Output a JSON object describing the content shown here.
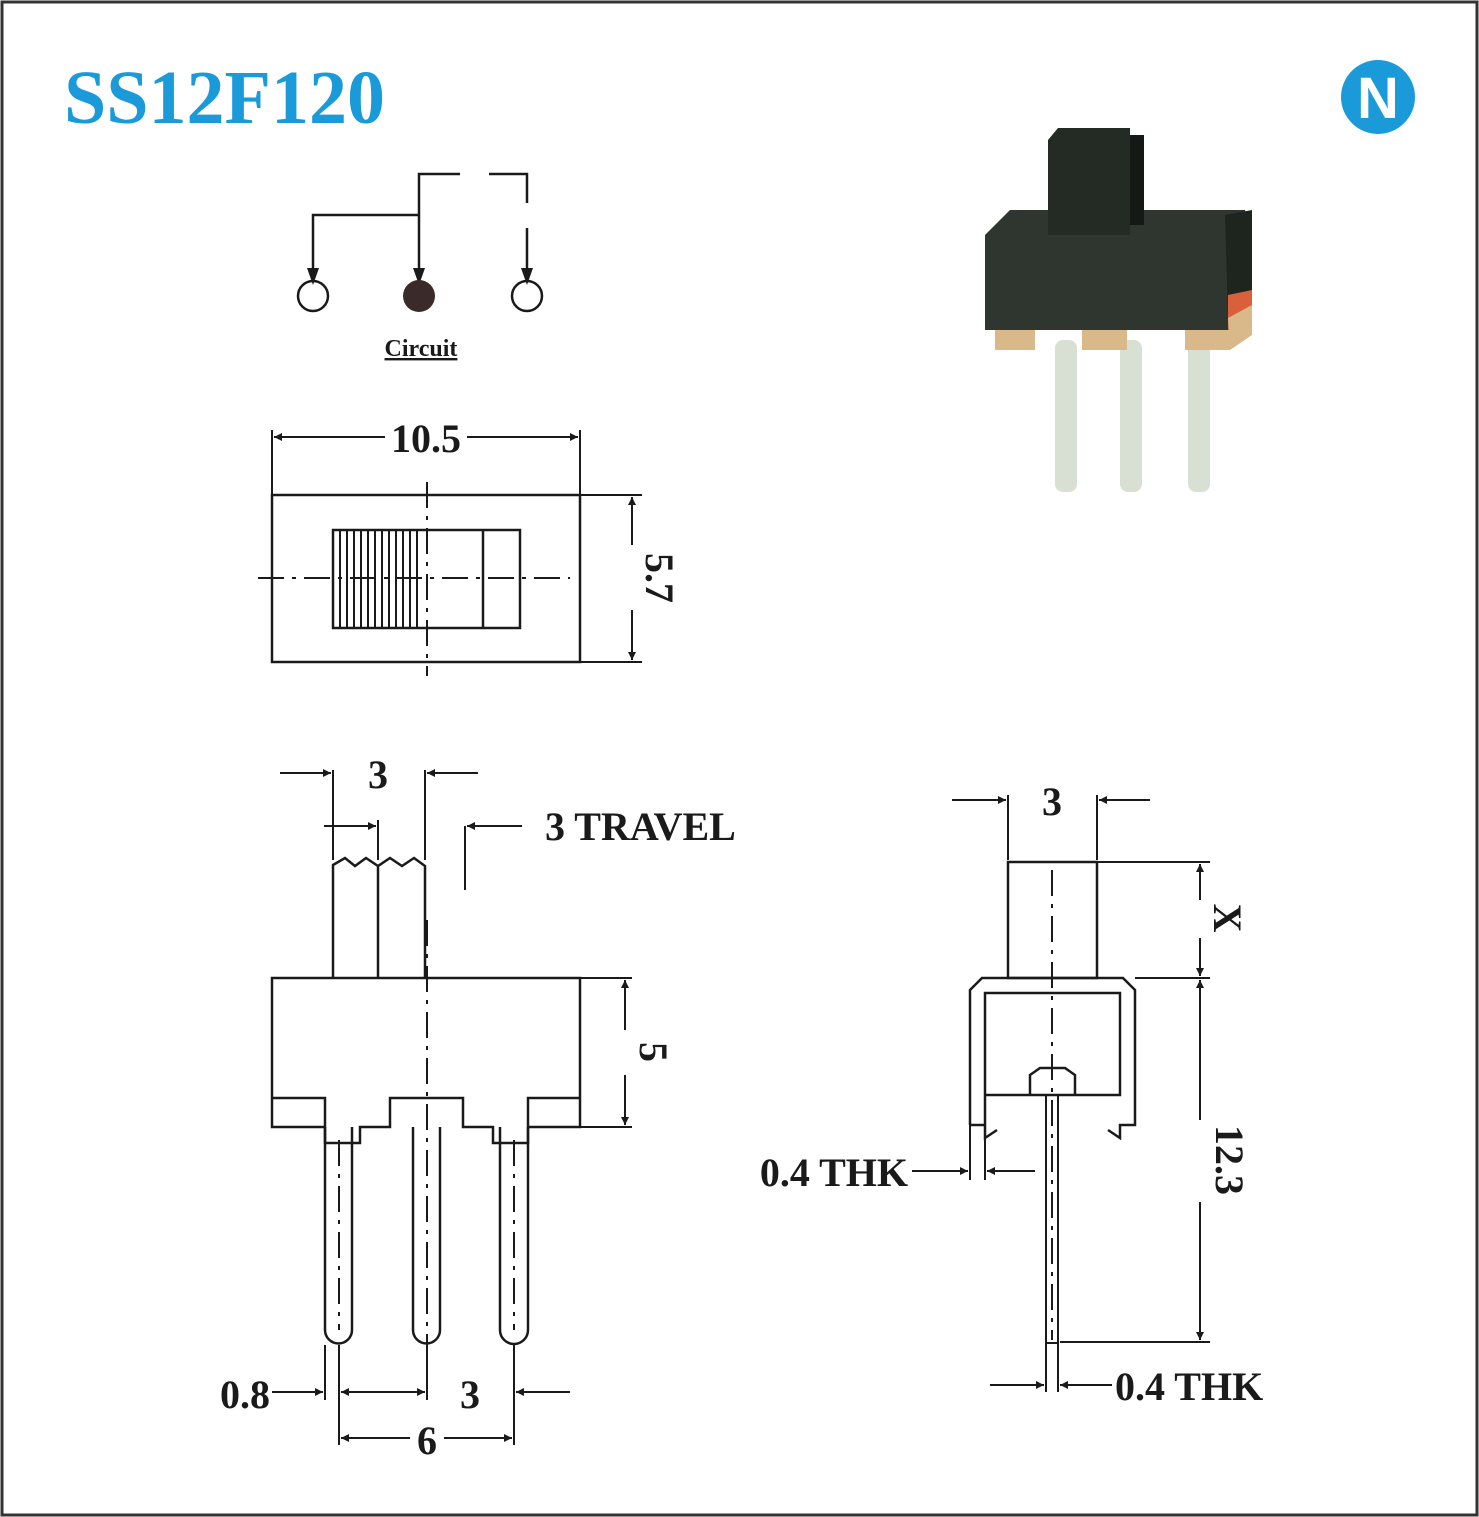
{
  "title": "SS12F120",
  "logo": {
    "letter": "N",
    "color": "#1b9ad9"
  },
  "circuit": {
    "label": "Circuit"
  },
  "top_view": {
    "width_dim": "10.5",
    "height_dim": "5.7"
  },
  "front_view": {
    "actuator_dim": "3",
    "travel": "3 TRAVEL",
    "body_height": "5",
    "pin_width": "0.8",
    "pin_pitch": "3",
    "pin_span": "6"
  },
  "side_view": {
    "actuator_dim": "3",
    "x_dim": "X",
    "height_dim": "12.3",
    "frame_thk": "0.4 THK",
    "pin_thk": "0.4 THK"
  }
}
